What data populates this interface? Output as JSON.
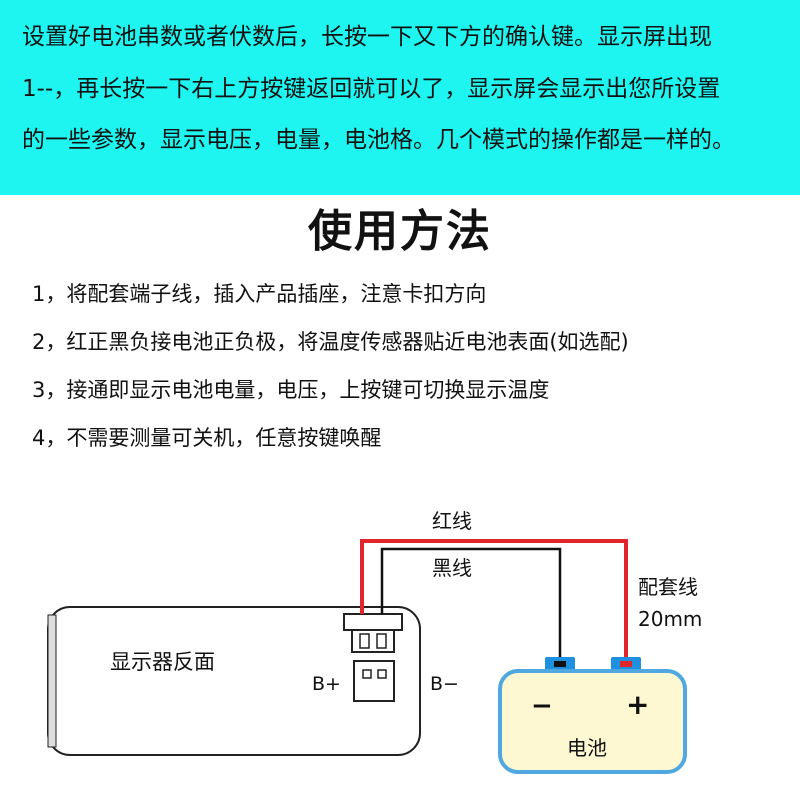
{
  "banner": {
    "lines": [
      "设置好电池串数或者伏数后，长按一下又下方的确认键。显示屏出现",
      "1--，再长按一下右上方按键返回就可以了，显示屏会显示出您所设置",
      "的一些参数，显示电压，电量，电池格。几个模式的操作都是一样的。"
    ],
    "background": "#1ff5f0"
  },
  "title": "使用方法",
  "steps": [
    "1，将配套端子线，插入产品插座，注意卡扣方向",
    "2，红正黑负接电池正负极，将温度传感器贴近电池表面(如选配)",
    "3，接通即显示电池电量，电压，上按键可切换显示温度",
    "4，不需要测量可关机，任意按键唤醒"
  ],
  "diagram": {
    "red_wire_label": "红线",
    "black_wire_label": "黑线",
    "cable_label_line1": "配套线",
    "cable_label_line2": "20mm",
    "device_label": "显示器反面",
    "b_plus_label": "B+",
    "b_minus_label": "B−",
    "battery_label": "电池",
    "battery_minus_symbol": "−",
    "battery_plus_symbol": "+",
    "colors": {
      "red_wire": "#e0262a",
      "black_wire": "#111111",
      "battery_fill": "#fdf8d2",
      "battery_border": "#4fa8e0",
      "terminal_fill": "#1f8fe0",
      "minus_dot": "#111111",
      "plus_dot": "#e0262a"
    }
  }
}
